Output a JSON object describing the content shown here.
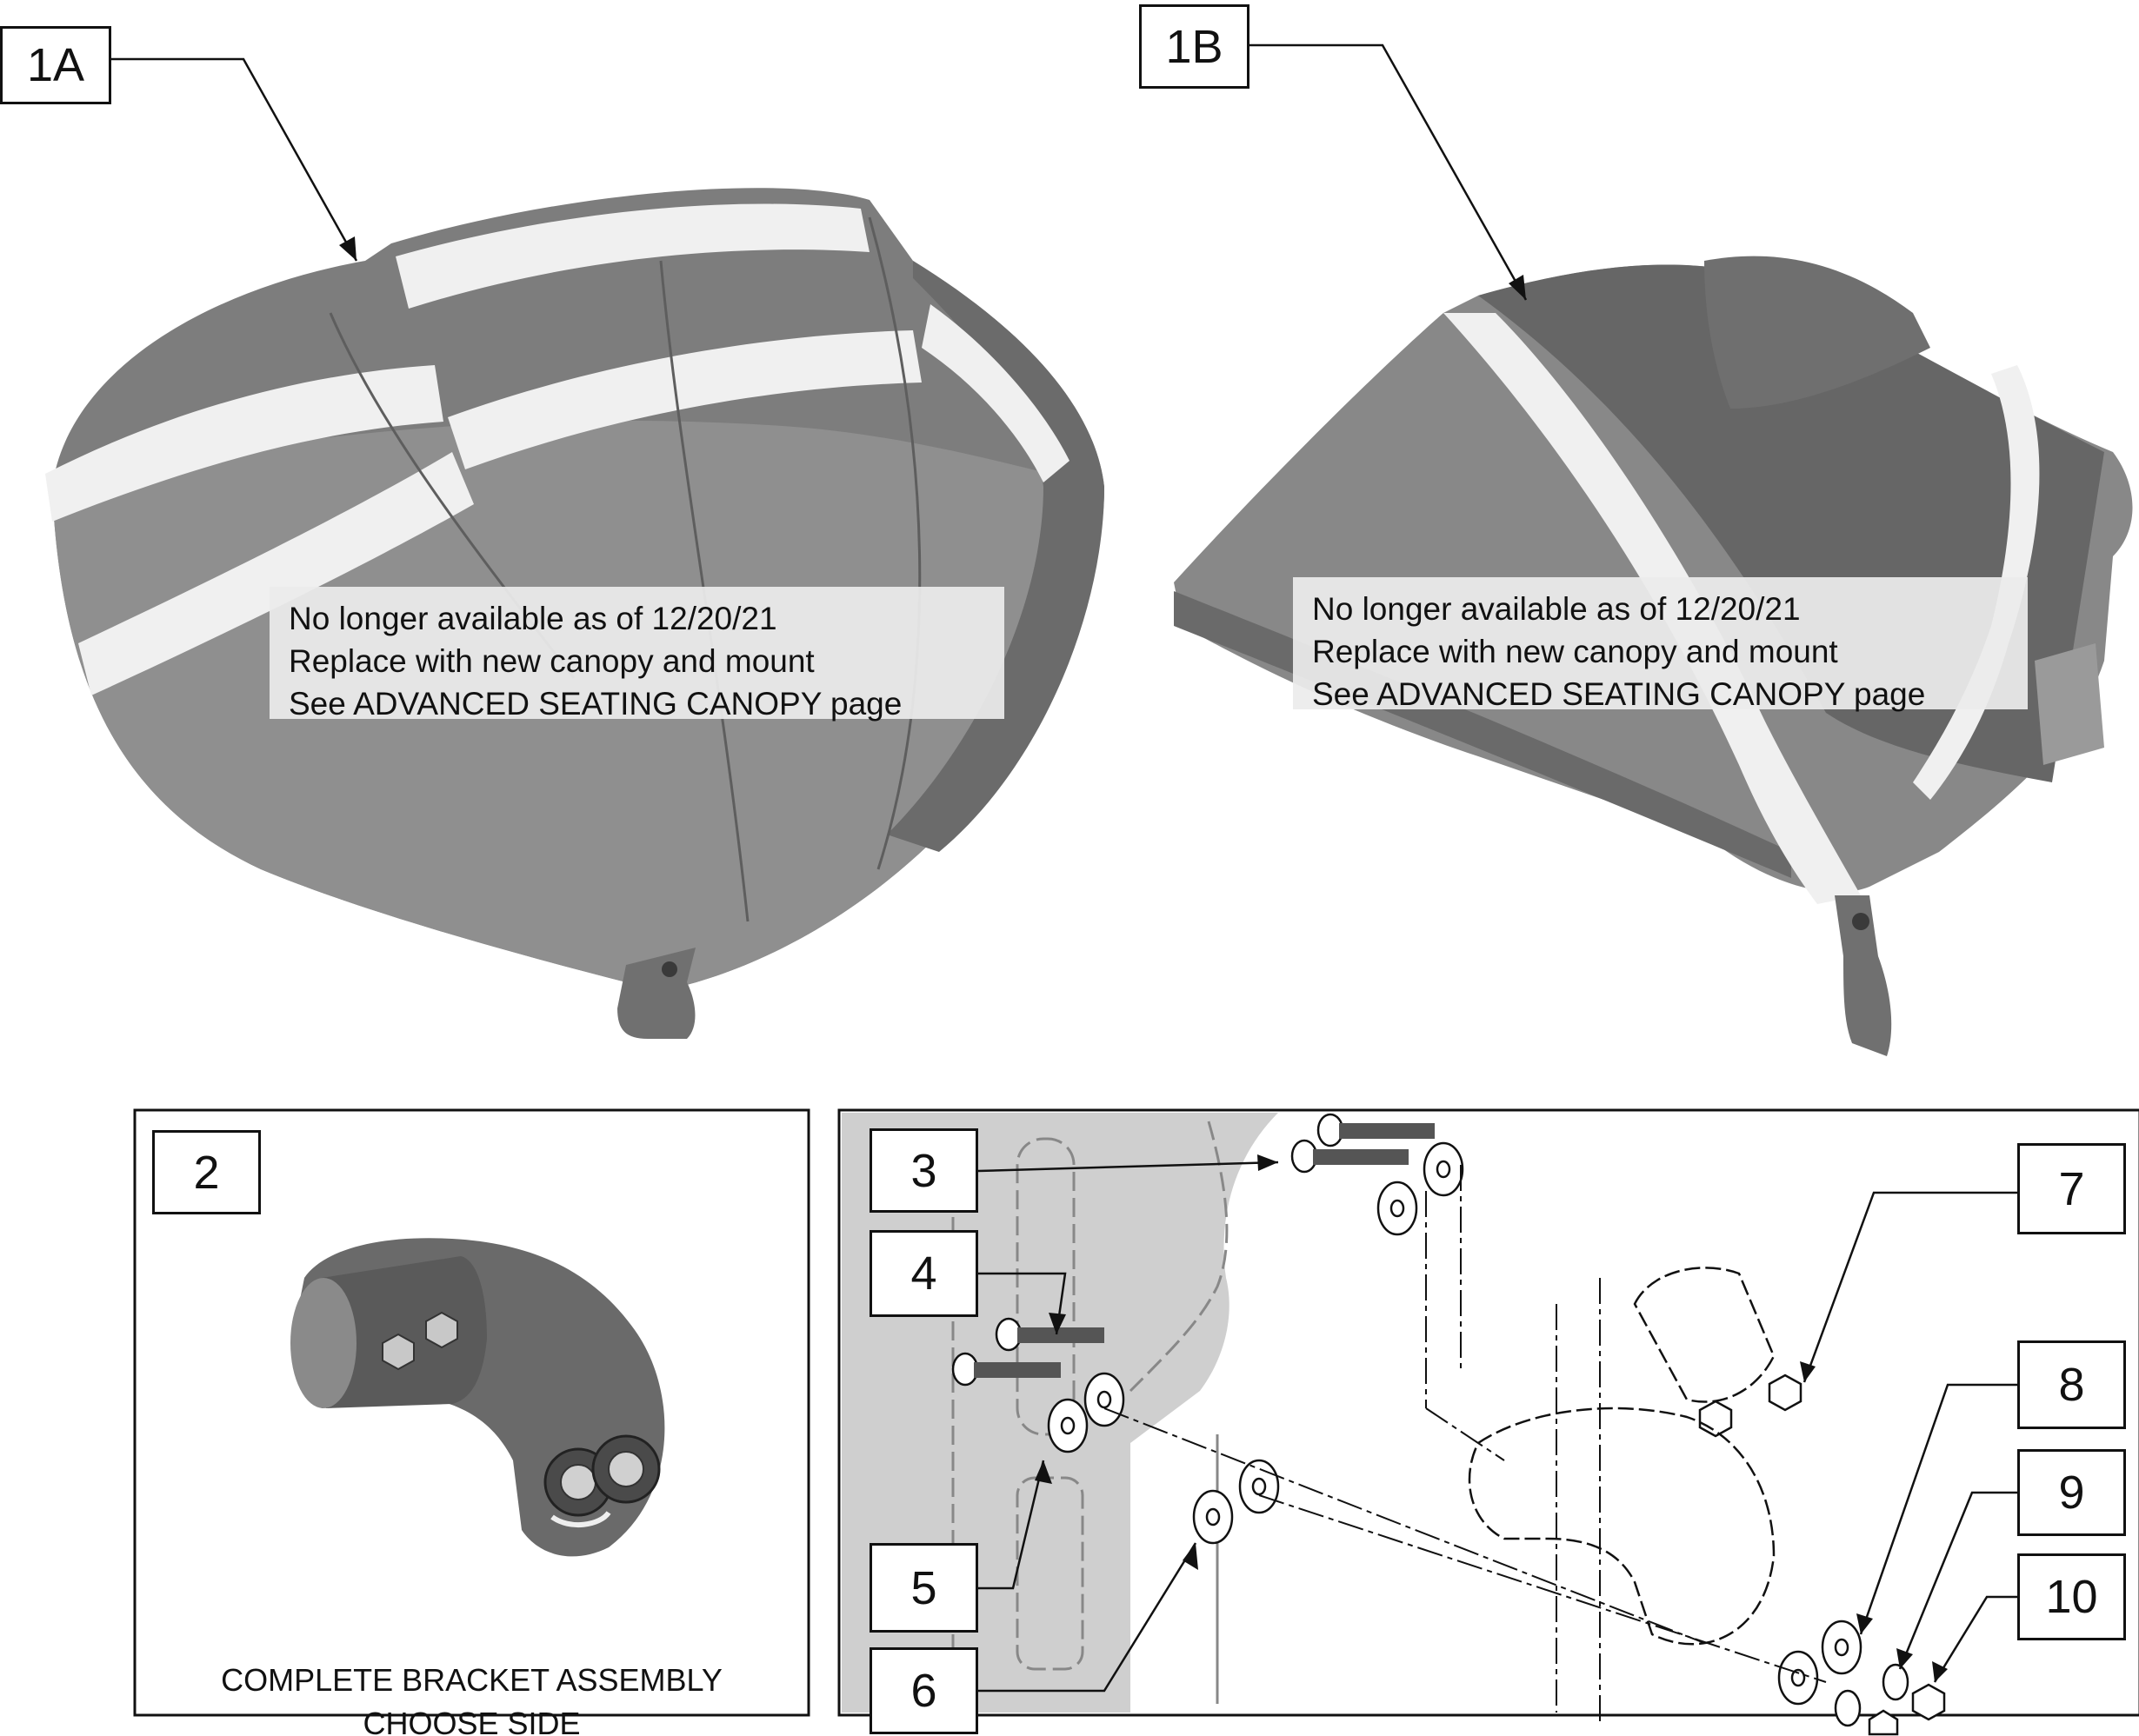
{
  "callouts": {
    "c1a": "1A",
    "c1b": "1B",
    "c2": "2",
    "c3": "3",
    "c4": "4",
    "c5": "5",
    "c6": "6",
    "c7": "7",
    "c8": "8",
    "c9": "9",
    "c10": "10"
  },
  "notice": {
    "line1": "No longer available as of 12/20/21",
    "line2": "Replace with new canopy and mount",
    "line3": "See  ADVANCED SEATING CANOPY page"
  },
  "panel2": {
    "caption_line1": "COMPLETE BRACKET ASSEMBLY",
    "caption_line2": "CHOOSE SIDE"
  }
}
